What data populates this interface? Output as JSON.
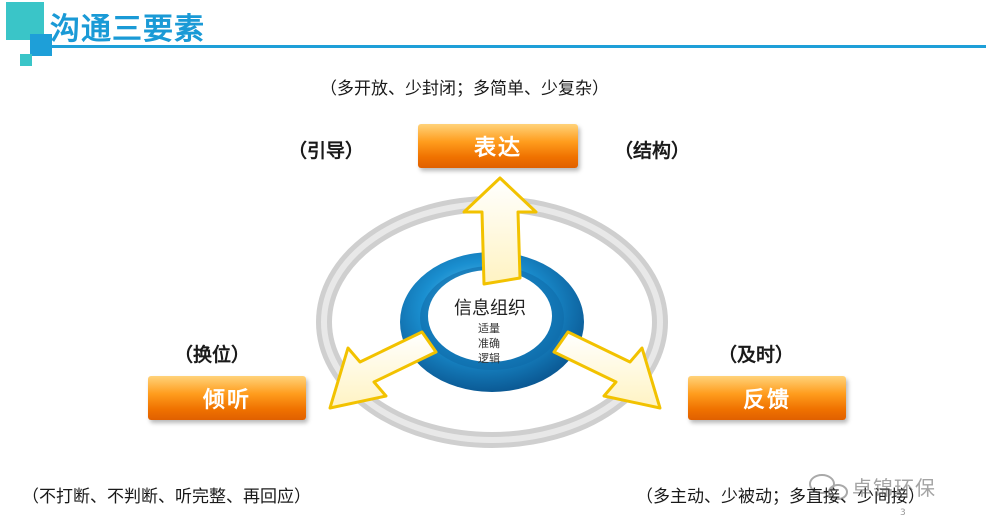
{
  "header": {
    "title": "沟通三要素",
    "colors": {
      "accent": "#1e9fd8",
      "orange": "#f07a00",
      "teal": "#36c6c6"
    }
  },
  "notes": {
    "top": "（多开放、少封闭；多简单、少复杂）",
    "bottom_left": "（不打断、不判断、听完整、再回应）",
    "bottom_right": "（多主动、少被动；多直接、少间接）"
  },
  "nodes": {
    "express": {
      "label": "表达",
      "left_note": "（引导）",
      "right_note": "（结构）"
    },
    "listen": {
      "label": "倾听",
      "note": "（换位）"
    },
    "feedback": {
      "label": "反馈",
      "note": "（及时）"
    }
  },
  "center": {
    "title": "信息组织",
    "items": [
      "适量",
      "准确",
      "逻辑"
    ]
  },
  "page_number": "3",
  "watermark": "卓锦环保"
}
